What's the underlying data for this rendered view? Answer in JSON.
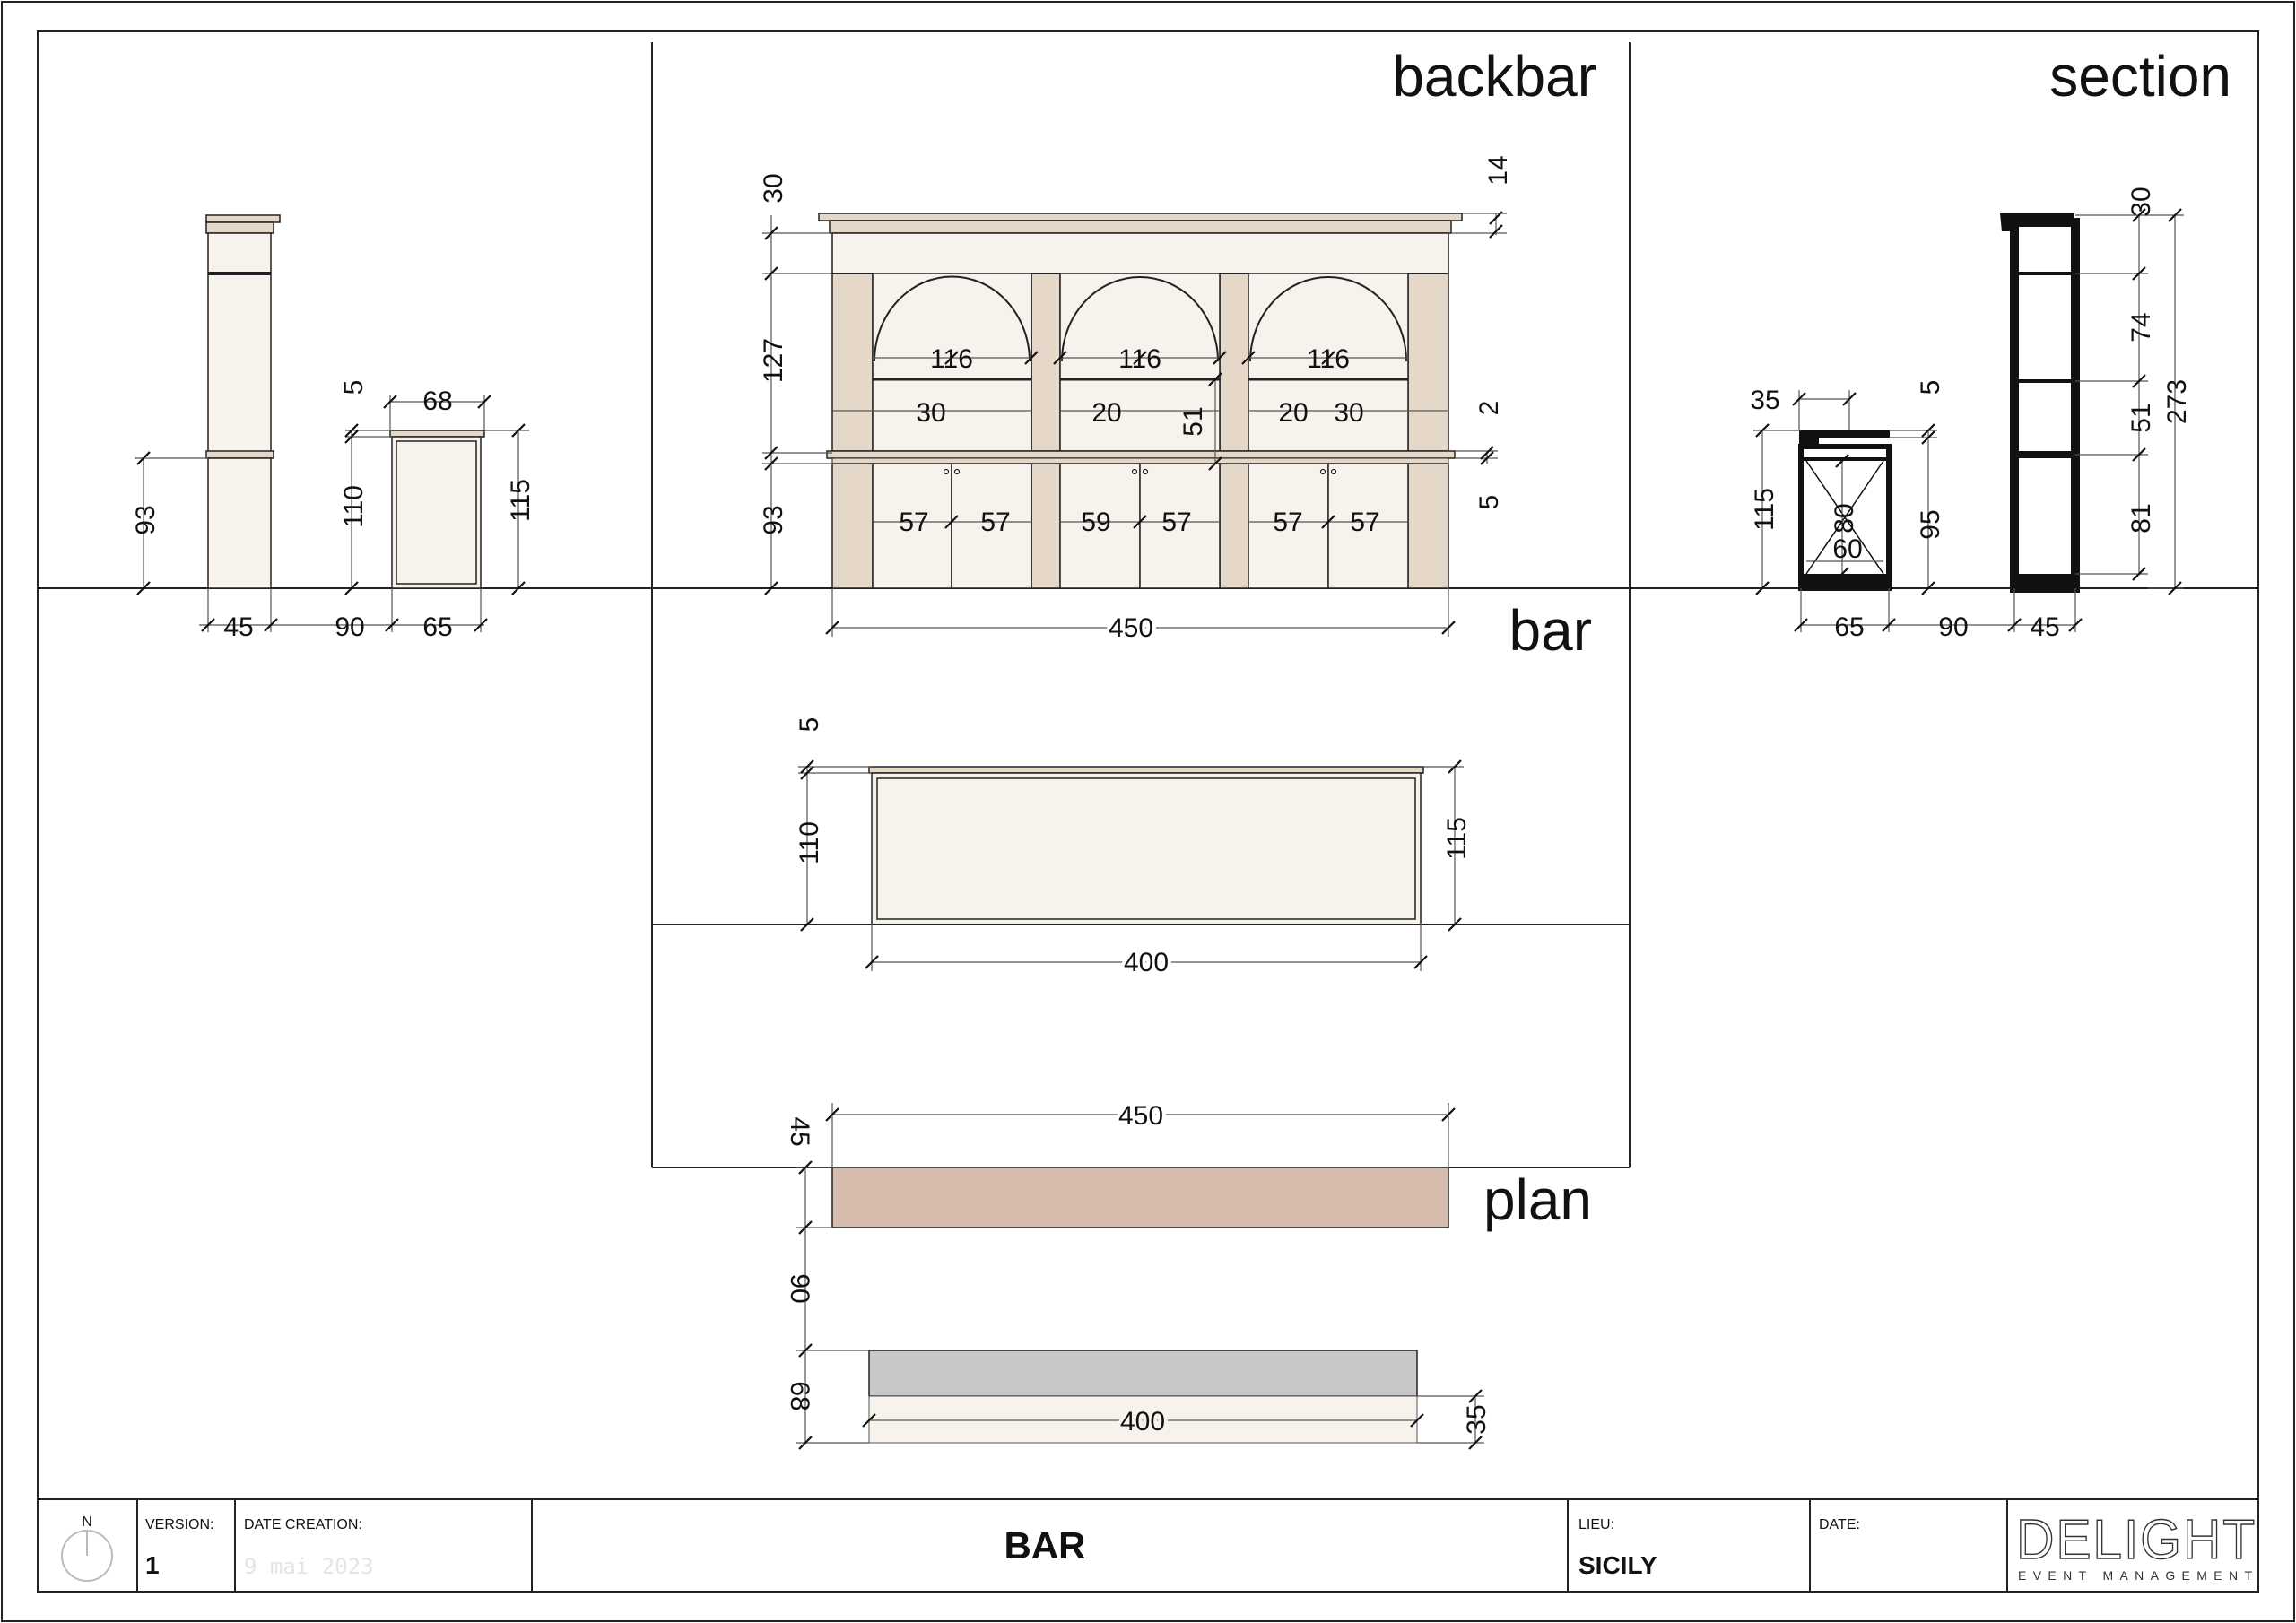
{
  "views": {
    "backbar": "backbar",
    "section": "section",
    "bar": "bar",
    "plan": "plan"
  },
  "dimensions": {
    "left_side": {
      "h_93": "93",
      "h_110": "110",
      "h_5": "5",
      "h_115": "115",
      "w_68": "68",
      "w_45": "45",
      "w_90": "90",
      "w_65": "65"
    },
    "backbar": {
      "v_30": "30",
      "v_127": "127",
      "v_93": "93",
      "v_14": "14",
      "v_2": "2",
      "v_5": "5",
      "v_51": "51",
      "arch_1": "116",
      "arch_2": "116",
      "arch_3": "116",
      "shelf_a": "30",
      "shelf_b": "20",
      "shelf_c": "20",
      "shelf_d": "30",
      "door_1": "57",
      "door_2": "57",
      "door_3": "59",
      "door_4": "57",
      "door_5": "57",
      "door_6": "57",
      "total": "450"
    },
    "section": {
      "w_35": "35",
      "h_5": "5",
      "h_115": "115",
      "h_95": "95",
      "inner_80": "80",
      "inner_60": "60",
      "w_65": "65",
      "w_90": "90",
      "w_45": "45",
      "v_30": "30",
      "v_74": "74",
      "v_51": "51",
      "v_81": "81",
      "v_273": "273"
    },
    "bar": {
      "v_5": "5",
      "v_110": "110",
      "v_115": "115",
      "total": "400"
    },
    "plan": {
      "backbar_width": "450",
      "backbar_depth": "45",
      "gap": "90",
      "bar_depth": "68",
      "bar_width": "400",
      "bar_top": "35"
    }
  },
  "titleblock": {
    "north": "N",
    "version_label": "VERSION:",
    "version_value": "1",
    "date_creation_label": "DATE CREATION:",
    "date_creation_value": "9 mai 2023",
    "project_title": "BAR",
    "lieu_label": "LIEU:",
    "lieu_value": "SICILY",
    "date_label": "DATE:",
    "logo_main": "DELIGHT",
    "logo_sub": "EVENT MANAGEMENT"
  },
  "colors": {
    "cream": "#f7f2ec",
    "wood": "#e6d8c8",
    "plan_fill": "#d6bcad",
    "grey_top": "#c8c8ca",
    "black": "#111111"
  }
}
